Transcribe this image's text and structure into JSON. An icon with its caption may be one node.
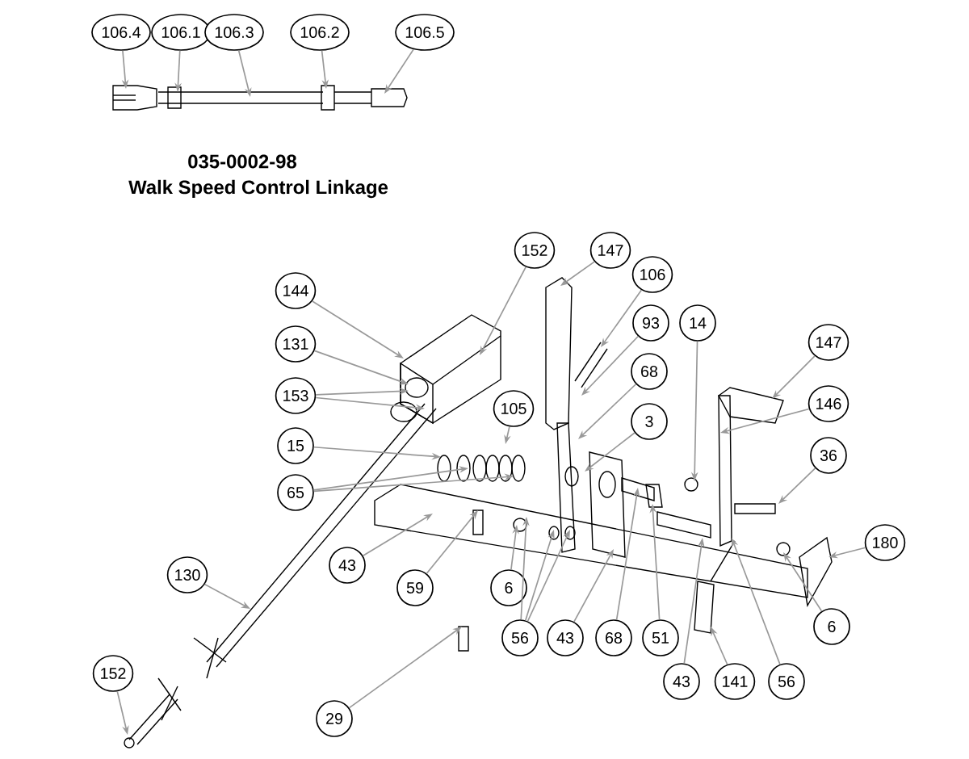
{
  "diagram": {
    "nodes": [
      {
        "text": [
          "106.4"
        ]
      },
      {
        "text": [
          "106.1"
        ]
      },
      {
        "text": [
          "106.3"
        ]
      },
      {
        "text": [
          "106.2"
        ]
      },
      {
        "text": [
          "106.5"
        ]
      },
      {
        "text": [
          "152"
        ]
      },
      {
        "text": [
          "147"
        ]
      },
      {
        "text": [
          "106"
        ]
      },
      {
        "text": [
          "144"
        ]
      },
      {
        "text": [
          "93"
        ]
      },
      {
        "text": [
          "14"
        ]
      },
      {
        "text": [
          "147"
        ]
      },
      {
        "text": [
          "131"
        ]
      },
      {
        "text": [
          "68"
        ]
      },
      {
        "text": [
          "153"
        ]
      },
      {
        "text": [
          "146"
        ]
      },
      {
        "text": [
          "105"
        ]
      },
      {
        "text": [
          "3"
        ]
      },
      {
        "text": [
          "15"
        ]
      },
      {
        "text": [
          "36"
        ]
      },
      {
        "text": [
          "65"
        ]
      },
      {
        "text": [
          "180"
        ]
      },
      {
        "text": [
          "43"
        ]
      },
      {
        "text": [
          "130"
        ]
      },
      {
        "text": [
          "59"
        ]
      },
      {
        "text": [
          "6"
        ]
      },
      {
        "text": [
          "6"
        ]
      },
      {
        "text": [
          "56"
        ]
      },
      {
        "text": [
          "43"
        ]
      },
      {
        "text": [
          "68"
        ]
      },
      {
        "text": [
          "51"
        ]
      },
      {
        "text": [
          "152"
        ]
      },
      {
        "text": [
          "43"
        ]
      },
      {
        "text": [
          "141"
        ]
      },
      {
        "text": [
          "56"
        ]
      },
      {
        "text": [
          "29"
        ]
      }
    ],
    "edges": [
      {
        "from": 0,
        "to": null,
        "arrow": "to"
      },
      {
        "from": 1,
        "to": null,
        "arrow": "to"
      },
      {
        "from": 2,
        "to": null,
        "arrow": "to"
      },
      {
        "from": 3,
        "to": null,
        "arrow": "to"
      },
      {
        "from": 4,
        "to": null,
        "arrow": "to"
      },
      {
        "from": 5,
        "to": null,
        "arrow": "to"
      },
      {
        "from": 6,
        "to": null,
        "arrow": "to"
      },
      {
        "from": 7,
        "to": null,
        "arrow": "to"
      },
      {
        "from": 8,
        "to": null,
        "arrow": "to"
      },
      {
        "from": 9,
        "to": null,
        "arrow": "to"
      },
      {
        "from": 10,
        "to": null,
        "arrow": "to"
      },
      {
        "from": 11,
        "to": null,
        "arrow": "to"
      },
      {
        "from": 12,
        "to": null,
        "arrow": "to"
      },
      {
        "from": 13,
        "to": null,
        "arrow": "to"
      },
      {
        "from": 14,
        "to": null,
        "arrow": "to"
      },
      {
        "from": 14,
        "to": null,
        "arrow": "to"
      },
      {
        "from": 15,
        "to": null,
        "arrow": "to"
      },
      {
        "from": 16,
        "to": null,
        "arrow": "to"
      },
      {
        "from": 17,
        "to": null,
        "arrow": "to"
      },
      {
        "from": 18,
        "to": null,
        "arrow": "to"
      },
      {
        "from": 19,
        "to": null,
        "arrow": "to"
      },
      {
        "from": 20,
        "to": null,
        "arrow": "to"
      },
      {
        "from": 20,
        "to": null,
        "arrow": "to"
      },
      {
        "from": 21,
        "to": null,
        "arrow": "to"
      },
      {
        "from": 22,
        "to": null,
        "arrow": "to"
      },
      {
        "from": 23,
        "to": null,
        "arrow": "to"
      },
      {
        "from": 24,
        "to": null,
        "arrow": "to"
      },
      {
        "from": 25,
        "to": null,
        "arrow": "to"
      },
      {
        "from": 26,
        "to": null,
        "arrow": "to"
      },
      {
        "from": 27,
        "to": null,
        "arrow": "to"
      },
      {
        "from": 27,
        "to": null,
        "arrow": "to"
      },
      {
        "from": 27,
        "to": null,
        "arrow": "to"
      },
      {
        "from": 28,
        "to": null,
        "arrow": "to"
      },
      {
        "from": 29,
        "to": null,
        "arrow": "to"
      },
      {
        "from": 30,
        "to": null,
        "arrow": "to"
      },
      {
        "from": 31,
        "to": null,
        "arrow": "to"
      },
      {
        "from": 32,
        "to": null,
        "arrow": "to"
      },
      {
        "from": 33,
        "to": null,
        "arrow": "to"
      },
      {
        "from": 34,
        "to": null,
        "arrow": "to"
      },
      {
        "from": 35,
        "to": null,
        "arrow": "to"
      }
    ],
    "labels": [
      "035-0002-98",
      "Walk Speed Control Linkage"
    ]
  }
}
